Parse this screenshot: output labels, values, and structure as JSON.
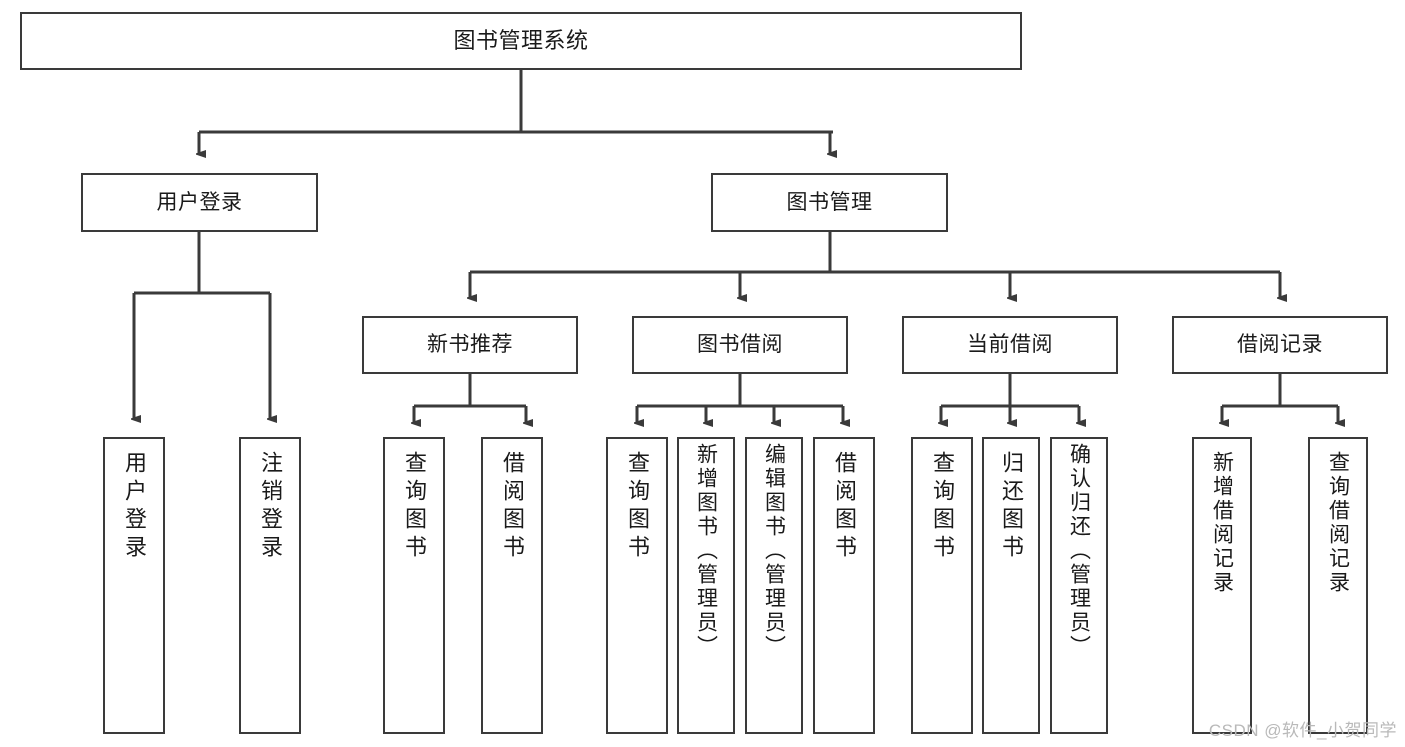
{
  "diagram": {
    "title": "图书管理系统",
    "type": "tree",
    "watermark": "CSDN @软件_小贺同学",
    "colors": {
      "stroke": "#3a3a3a",
      "fill": "#ffffff",
      "text": "#1a1a1a",
      "watermark": "#b9b9b9"
    },
    "levels": {
      "root": {
        "label": "图书管理系统"
      },
      "level2": [
        {
          "label": "用户登录"
        },
        {
          "label": "图书管理"
        }
      ],
      "level3": [
        {
          "label": "新书推荐"
        },
        {
          "label": "图书借阅"
        },
        {
          "label": "当前借阅"
        },
        {
          "label": "借阅记录"
        }
      ],
      "leaves": {
        "user_login": [
          {
            "label": "用户登录"
          },
          {
            "label": "注销登录"
          }
        ],
        "new_book_recommend": [
          {
            "label": "查询图书"
          },
          {
            "label": "借阅图书"
          }
        ],
        "book_borrow": [
          {
            "label": "查询图书"
          },
          {
            "label": "新增图书（管理员）"
          },
          {
            "label": "编辑图书（管理员）"
          },
          {
            "label": "借阅图书"
          }
        ],
        "current_borrow": [
          {
            "label": "查询图书"
          },
          {
            "label": "归还图书"
          },
          {
            "label": "确认归还（管理员）"
          }
        ],
        "borrow_record": [
          {
            "label": "新增借阅记录"
          },
          {
            "label": "查询借阅记录"
          }
        ]
      }
    }
  }
}
